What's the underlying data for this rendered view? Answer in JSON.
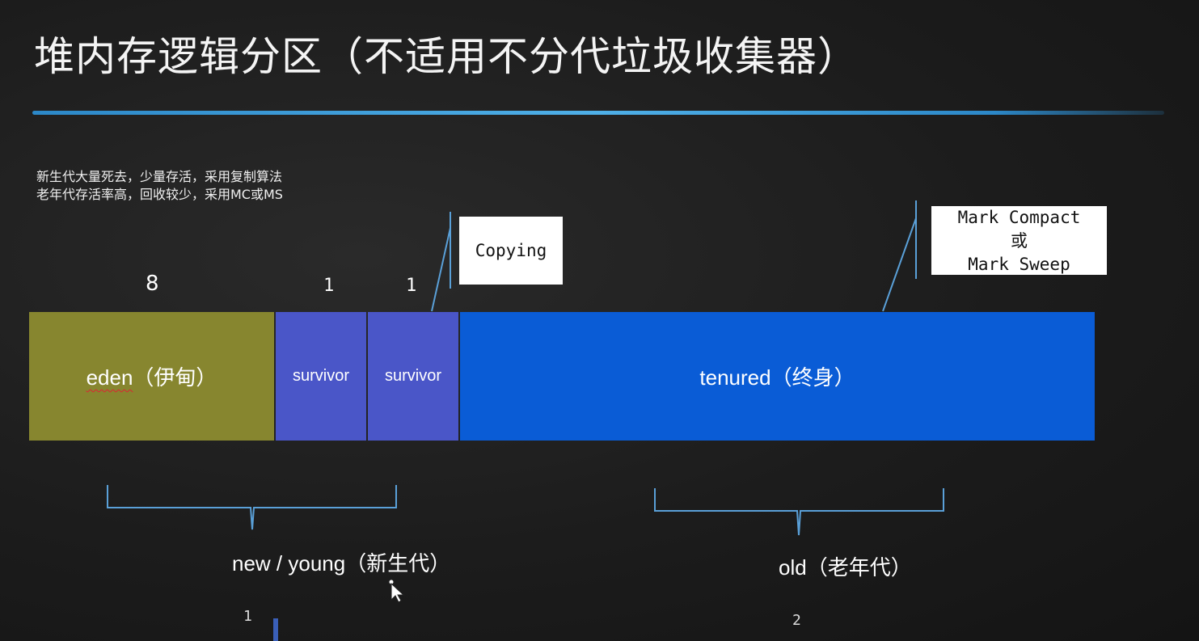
{
  "slide": {
    "title": "堆内存逻辑分区（不适用不分代垃圾收集器）",
    "notes": [
      "新生代大量死去，少量存活，采用复制算法",
      "老年代存活率高，回收较少，采用MC或MS"
    ],
    "ratios": {
      "eden": "8",
      "survivor1": "1",
      "survivor2": "1"
    },
    "regions": {
      "eden_word": "eden",
      "eden_suffix": "（伊甸）",
      "survivor1": "survivor",
      "survivor2": "survivor",
      "tenured": "tenured（终身）"
    },
    "callouts": {
      "copying": "Copying",
      "mark_lines": [
        "Mark Compact",
        "或",
        "Mark Sweep"
      ]
    },
    "groups": {
      "young": "new / young（新生代）",
      "old": "old（老年代）"
    },
    "bottom_numbers": {
      "young": "1",
      "old": "2"
    }
  },
  "colors": {
    "eden": "#87862f",
    "survivor": "#4a56c8",
    "tenured": "#0a5cd6",
    "title_rule": "#4fb0e8"
  }
}
